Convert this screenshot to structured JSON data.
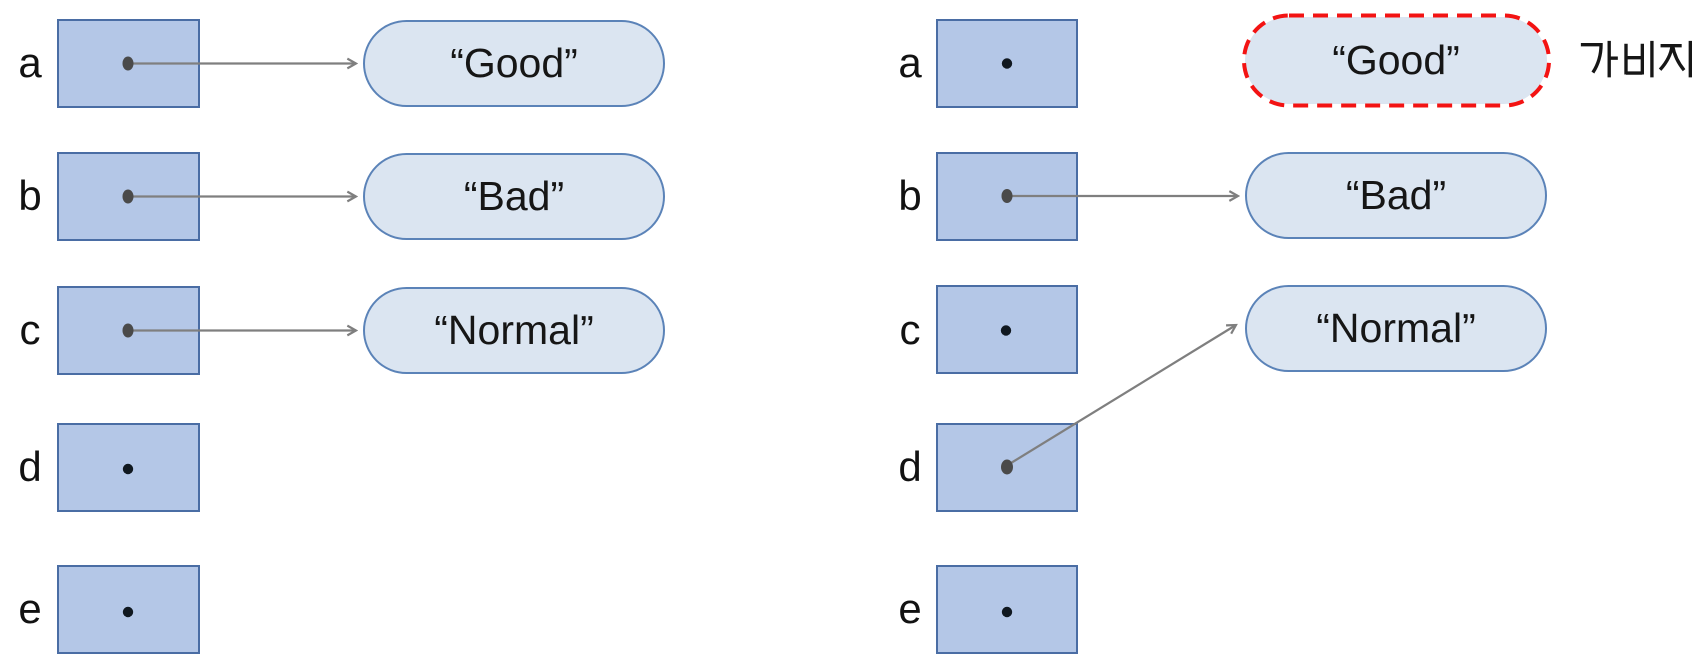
{
  "left_panel": {
    "variables": [
      {
        "name": "a",
        "points_to": "“Good”"
      },
      {
        "name": "b",
        "points_to": "“Bad”"
      },
      {
        "name": "c",
        "points_to": "“Normal”"
      },
      {
        "name": "d",
        "points_to": ""
      },
      {
        "name": "e",
        "points_to": ""
      }
    ],
    "objects": [
      {
        "label": "“Good”"
      },
      {
        "label": "“Bad”"
      },
      {
        "label": "“Normal”"
      }
    ]
  },
  "right_panel": {
    "variables": [
      {
        "name": "a",
        "points_to": ""
      },
      {
        "name": "b",
        "points_to": "“Bad”"
      },
      {
        "name": "c",
        "points_to": ""
      },
      {
        "name": "d",
        "points_to": "“Normal”"
      },
      {
        "name": "e",
        "points_to": ""
      }
    ],
    "objects": [
      {
        "label": "“Good”",
        "garbage": true
      },
      {
        "label": "“Bad”",
        "garbage": false
      },
      {
        "label": "“Normal”",
        "garbage": false
      }
    ],
    "garbage_label": "가비지"
  },
  "colors": {
    "variable_box_fill": "#b4c7e7",
    "variable_box_border": "#4a6da4",
    "object_fill": "#dbe5f1",
    "object_border": "#5b83b8",
    "arrow": "#7f7f7f",
    "pointer_dot": "#4a4a4a",
    "null_dot": "#101820",
    "garbage_outline": "#f31313",
    "text": "#161616"
  }
}
